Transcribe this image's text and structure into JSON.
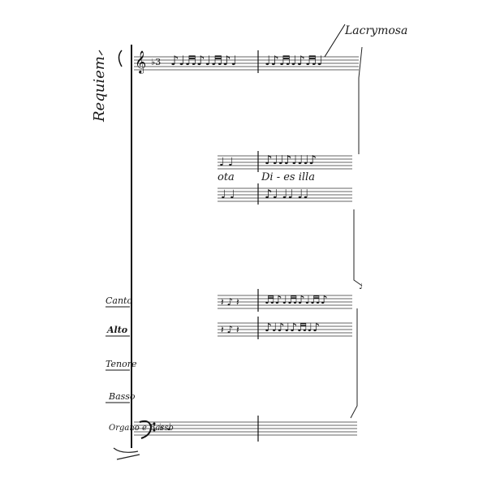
{
  "score": {
    "title_vertical": "Requiem",
    "annotation_top_right": "Lacrymosa",
    "lyrics": {
      "line1_left": "ota",
      "line1_main": "Di - es illa"
    },
    "instruments": [
      {
        "label": "Canto"
      },
      {
        "label": "Alto"
      },
      {
        "label": "Tenore"
      },
      {
        "label": "Basso"
      },
      {
        "label": "Organo e Basso"
      }
    ]
  }
}
